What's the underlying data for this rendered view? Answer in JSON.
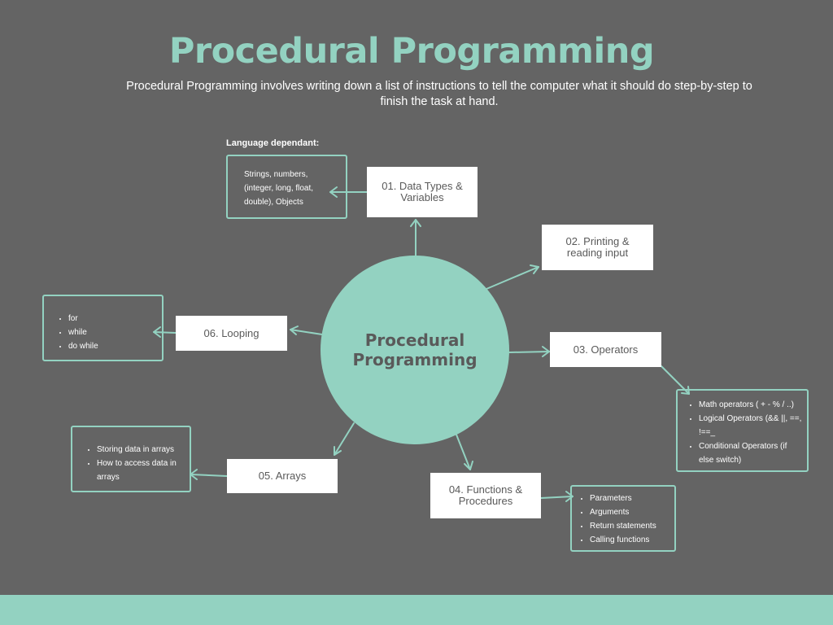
{
  "title": "Procedural Programming",
  "subtitle": "Procedural Programming involves writing down a list of instructions to tell the computer what it should do step-by-step to finish the task at hand.",
  "hub": {
    "label": "Procedural Programming"
  },
  "language_note": "Language dependant:",
  "nodes": {
    "data_types": "01.  Data Types & Variables",
    "printing": "02. Printing & reading input",
    "operators": "03. Operators",
    "functions": "04. Functions & Procedures",
    "arrays": "05. Arrays",
    "looping": "06. Looping"
  },
  "details": {
    "data_types": "Strings, numbers, (integer, long, float, double),  Objects",
    "operators": [
      "Math operators ( + - % / ..)",
      "Logical Operators (&& ||, ==, !==_",
      "Conditional Operators (if else switch)"
    ],
    "functions": [
      "Parameters",
      "Arguments",
      "Return statements",
      "Calling functions"
    ],
    "arrays": [
      "Storing data in arrays",
      "How to access data in arrays"
    ],
    "looping": [
      "for",
      "while",
      "do while"
    ]
  },
  "colors": {
    "background": "#646464",
    "accent": "#93d2c1",
    "box": "#ffffff",
    "node_text": "#5a5a5a"
  }
}
